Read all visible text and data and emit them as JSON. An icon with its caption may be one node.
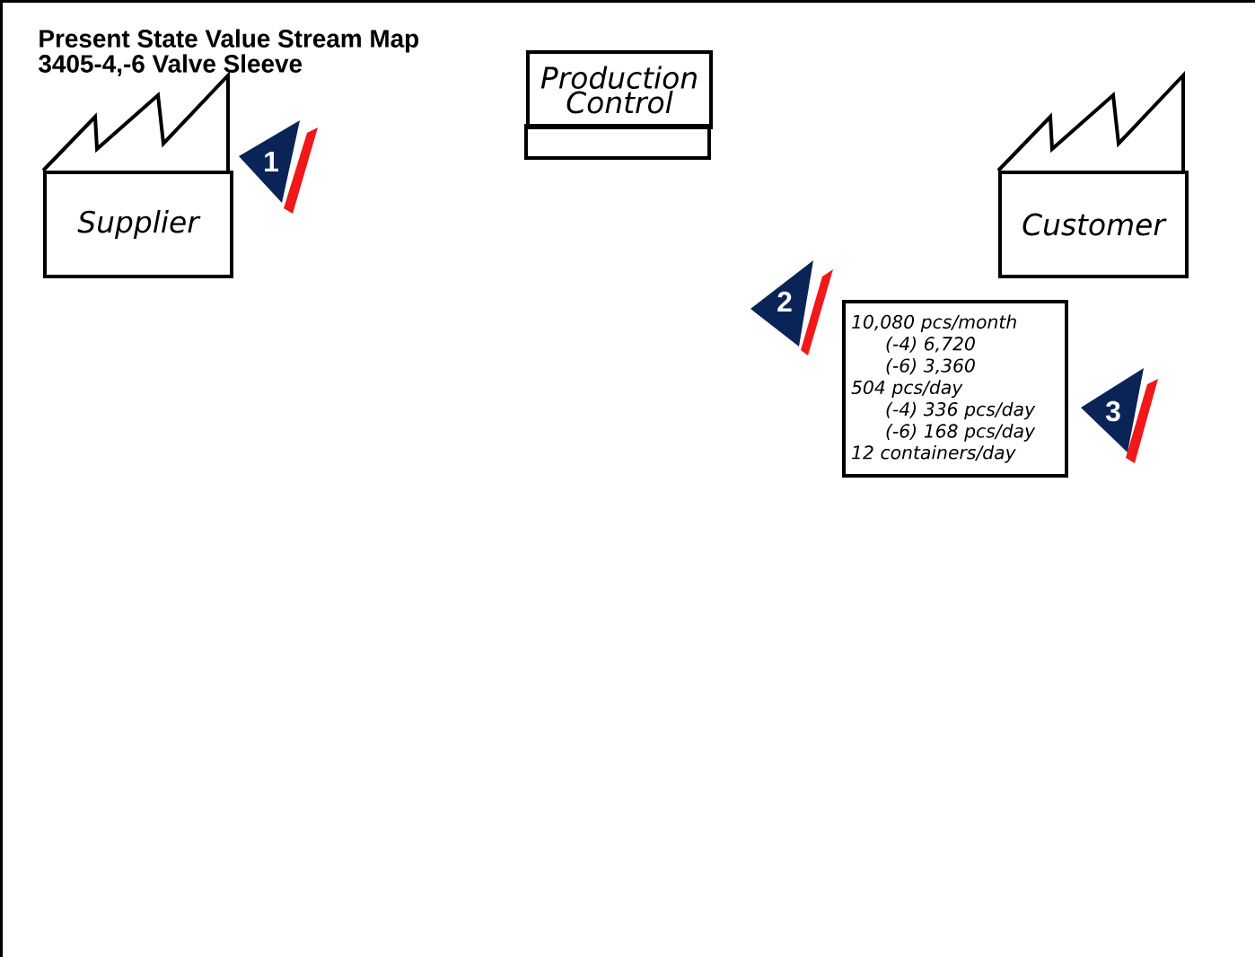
{
  "diagram": {
    "title": "Present State Value Stream Map",
    "nodes": [
      {
        "text": [
          "Supplier"
        ]
      },
      {
        "text": [
          "Production Control"
        ]
      },
      {
        "text": [
          "Customer"
        ]
      },
      {
        "text": [
          "10,080 pcs/month",
          "(-4) 6,720",
          "(-6) 3,360",
          "504 pcs/day",
          "(-4) 336 pcs/day",
          "(-6) 168 pcs/day",
          "12 containers/day"
        ]
      }
    ],
    "labels": [
      "3405-4,-6 Valve Sleeve",
      "1",
      "2",
      "3"
    ]
  }
}
